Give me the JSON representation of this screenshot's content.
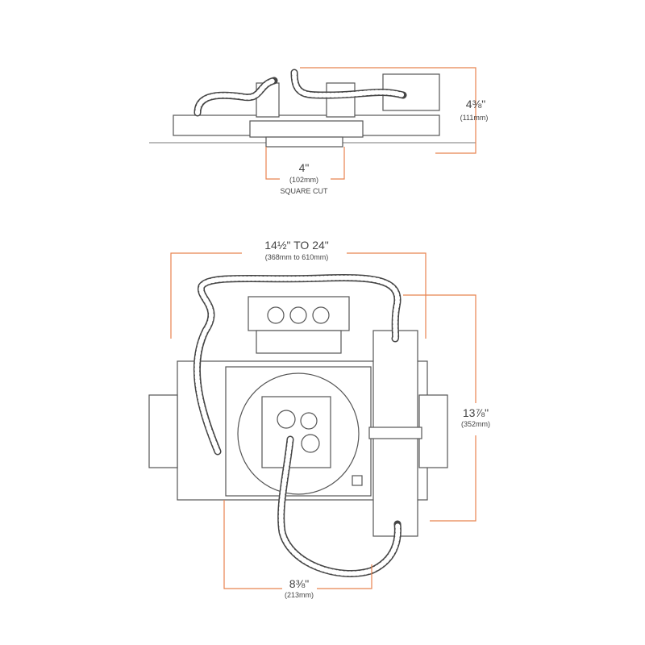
{
  "dimensions": {
    "height": {
      "value": "4⅜\"",
      "metric": "(111mm)"
    },
    "cut": {
      "value": "4\"",
      "metric": "(102mm)",
      "note": "SQUARE CUT"
    },
    "width": {
      "value": "14½\" TO 24\"",
      "metric": "(368mm to 610mm)"
    },
    "depth": {
      "value": "13⅞\"",
      "metric": "(352mm)"
    },
    "frame": {
      "value": "8⅜\"",
      "metric": "(213mm)"
    }
  },
  "colors": {
    "dimension": "#e8834f",
    "linework": "#555555"
  }
}
